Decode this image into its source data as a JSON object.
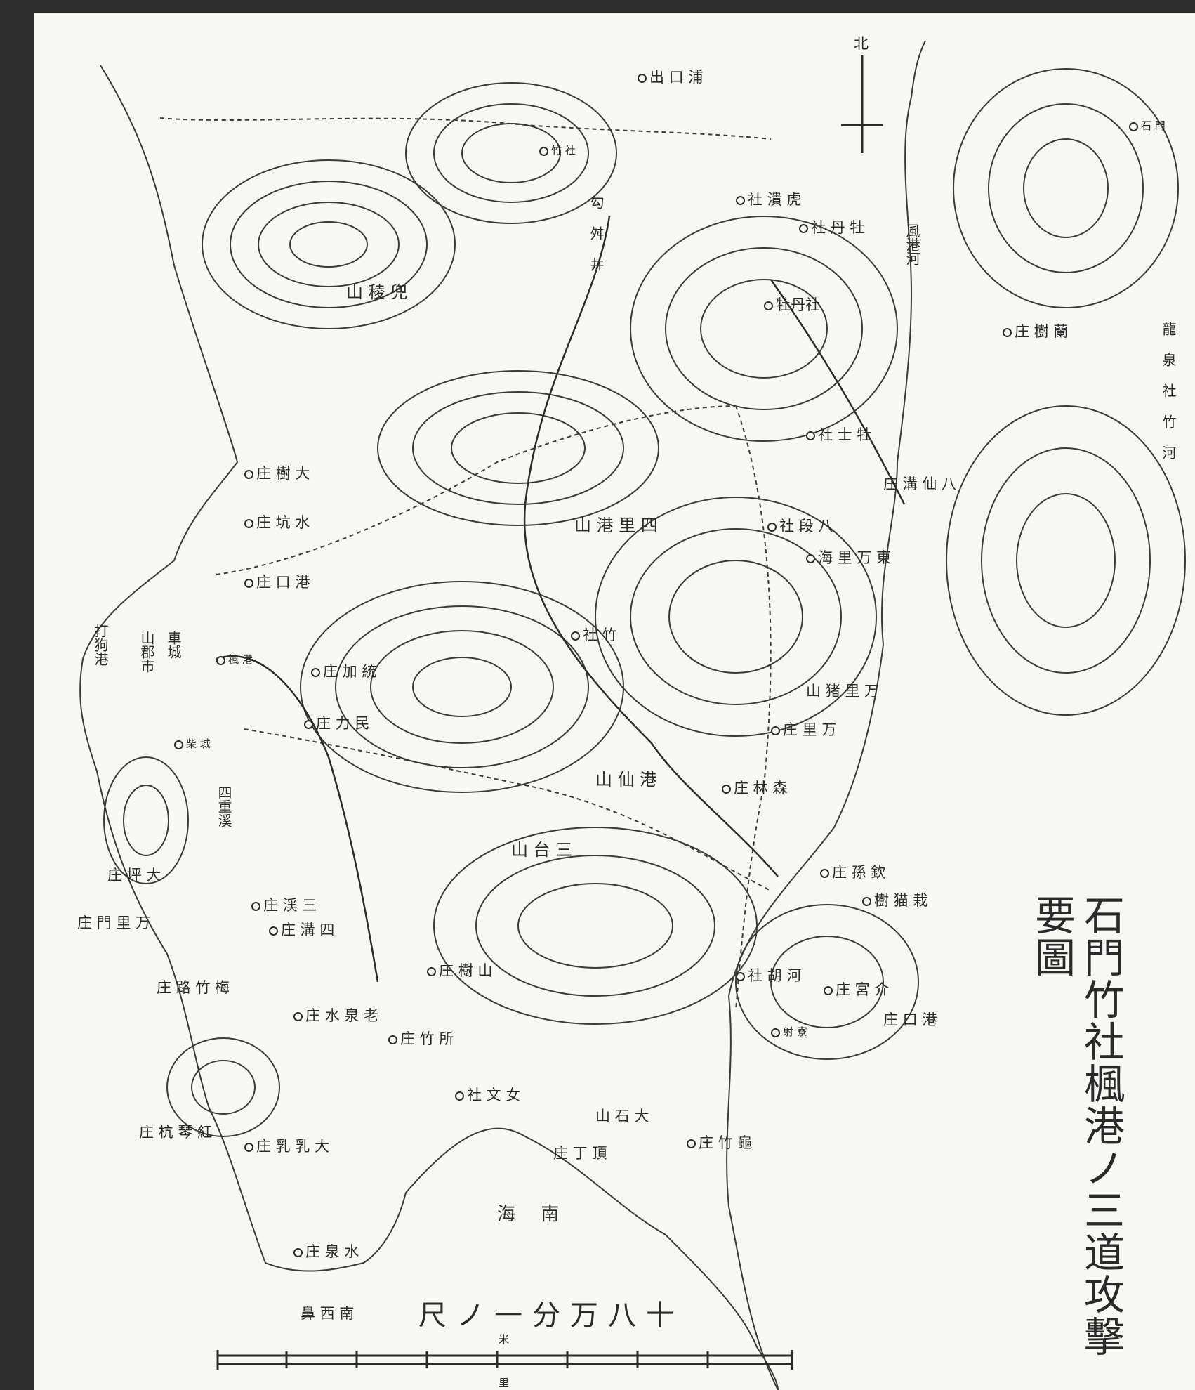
{
  "map": {
    "title": "石門竹社楓港ノ三道攻擊要圖",
    "scale_text": "尺ノ一分万八十",
    "scale_marks": [
      "米",
      "里"
    ],
    "north_mark": "北",
    "sea_label": "海 南",
    "places": [
      {
        "name": "出 口 浦",
        "type": "h"
      },
      {
        "name": "庄 樹 蘭",
        "type": "h"
      },
      {
        "name": "庄 坑 水",
        "type": "h"
      },
      {
        "name": "庄 口 港",
        "type": "h"
      },
      {
        "name": "庄 樹 大",
        "type": "h"
      },
      {
        "name": "庄 加 統",
        "type": "h"
      },
      {
        "name": "庄 力 民",
        "type": "h"
      },
      {
        "name": "山 稜 兜",
        "type": "h"
      },
      {
        "name": "山 港 里 四",
        "type": "h"
      },
      {
        "name": "社 段 八",
        "type": "h"
      },
      {
        "name": "社 竹",
        "type": "h"
      },
      {
        "name": "社 士 牡",
        "type": "h"
      },
      {
        "name": "庄 溝 仙 八",
        "type": "h"
      },
      {
        "name": "海 里 万 東",
        "type": "h"
      },
      {
        "name": "山 猪 里 万",
        "type": "h"
      },
      {
        "name": "庄 里 万",
        "type": "h"
      },
      {
        "name": "庄 林 森",
        "type": "h"
      },
      {
        "name": "山 仙 港",
        "type": "h"
      },
      {
        "name": "山 台 三",
        "type": "h"
      },
      {
        "name": "庄 孫 欽",
        "type": "h"
      },
      {
        "name": "樹 猫 栽",
        "type": "h"
      },
      {
        "name": "庄 坪 大",
        "type": "h"
      },
      {
        "name": "庄 門 里 万",
        "type": "h"
      },
      {
        "name": "庄 渓 三",
        "type": "h"
      },
      {
        "name": "庄 溝 四",
        "type": "h"
      },
      {
        "name": "庄 樹 山",
        "type": "h"
      },
      {
        "name": "社 胡 河",
        "type": "h"
      },
      {
        "name": "庄 宮 介",
        "type": "h"
      },
      {
        "name": "庄 口 港",
        "type": "h"
      },
      {
        "name": "庄 水 泉 老",
        "type": "h"
      },
      {
        "name": "庄 路 竹 梅",
        "type": "h"
      },
      {
        "name": "庄 竹 所",
        "type": "h"
      },
      {
        "name": "社 文 女",
        "type": "h"
      },
      {
        "name": "庄 丁 頂",
        "type": "h"
      },
      {
        "name": "山 石 大",
        "type": "h"
      },
      {
        "name": "庄 竹 龜",
        "type": "h"
      },
      {
        "name": "庄 杭 琴 紅",
        "type": "h"
      },
      {
        "name": "庄 乳 乳 大",
        "type": "h"
      },
      {
        "name": "庄 泉 水",
        "type": "h"
      },
      {
        "name": "鼻 西 南",
        "type": "h"
      },
      {
        "name": "石 門",
        "type": "h"
      },
      {
        "name": "竹 社",
        "type": "h"
      },
      {
        "name": "楓 港",
        "type": "h"
      },
      {
        "name": "柴 城",
        "type": "h"
      },
      {
        "name": "射 寮",
        "type": "h"
      },
      {
        "name": "車城",
        "type": "v"
      },
      {
        "name": "打狗港",
        "type": "v"
      },
      {
        "name": "山郡市",
        "type": "v"
      },
      {
        "name": "風港河",
        "type": "v"
      },
      {
        "name": "四重溪",
        "type": "v"
      },
      {
        "name": "牡丹社",
        "type": "h"
      },
      {
        "name": "勾 舛 井",
        "type": "v"
      },
      {
        "name": "龍 泉 社 竹 河",
        "type": "v"
      },
      {
        "name": "社 潰 虎",
        "type": "h"
      },
      {
        "name": "社 丹 牡",
        "type": "h"
      }
    ]
  }
}
